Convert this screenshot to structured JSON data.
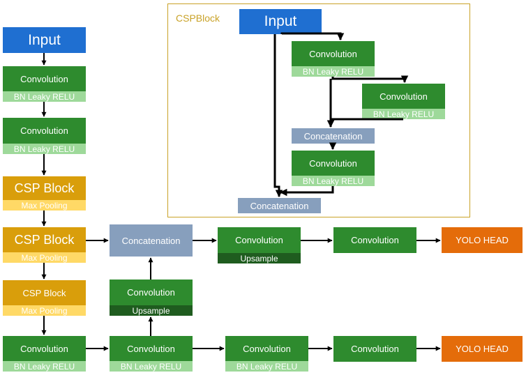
{
  "cspblock": {
    "title": "CSPBlock",
    "input": "Input",
    "conv1": "Convolution",
    "bn1": "BN Leaky RELU",
    "conv2": "Convolution",
    "bn2": "BN Leaky RELU",
    "concat1": "Concatenation",
    "conv3": "Convolution",
    "bn3": "BN Leaky RELU",
    "concat2": "Concatenation"
  },
  "backbone": {
    "input": "Input",
    "conv1": "Convolution",
    "bn1": "BN Leaky RELU",
    "conv2": "Convolution",
    "bn2": "BN Leaky RELU",
    "csp1": "CSP Block",
    "pool1": "Max Pooling",
    "csp2": "CSP Block",
    "pool2": "Max Pooling",
    "csp3": "CSP Block",
    "pool3": "Max Pooling",
    "conv3": "Convolution",
    "bn3": "BN Leaky RELU"
  },
  "upper_path": {
    "concat": "Concatenation",
    "conv1": "Convolution",
    "ups1": "Upsample",
    "conv2": "Convolution",
    "head": "YOLO HEAD"
  },
  "mid_path": {
    "conv": "Convolution",
    "ups": "Upsample"
  },
  "lower_path": {
    "conv1": "Convolution",
    "bn1": "BN Leaky RELU",
    "conv2": "Convolution",
    "bn2": "BN Leaky RELU",
    "conv3": "Convolution",
    "head": "YOLO HEAD"
  }
}
